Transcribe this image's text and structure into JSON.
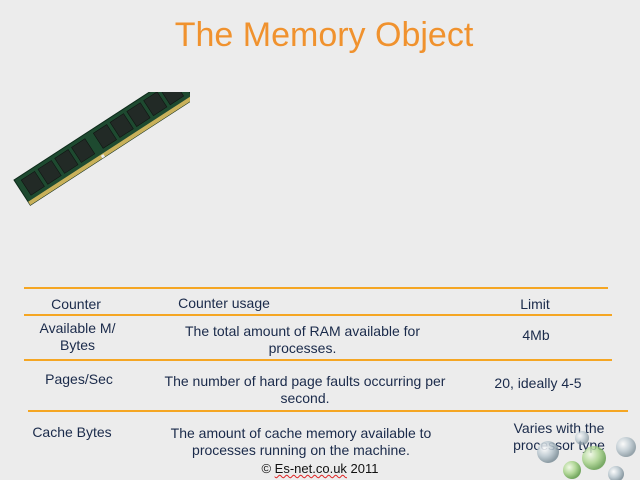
{
  "slide": {
    "title": "The Memory Object"
  },
  "table": {
    "headers": {
      "counter": "Counter",
      "usage": "Counter usage",
      "limit": "Limit"
    },
    "rows": [
      {
        "counter": "Available M/ Bytes",
        "usage": "The total amount of RAM available for processes.",
        "limit": "4Mb"
      },
      {
        "counter": "Pages/Sec",
        "usage": "The number of hard page faults occurring per second.",
        "limit": "20, ideally 4-5"
      },
      {
        "counter": "Cache Bytes",
        "usage": "The amount of cache memory available to processes running on the machine.",
        "limit": "Varies with the processor type"
      }
    ]
  },
  "footer": {
    "prefix": "© ",
    "site": "Es-net.co.uk",
    "year": " 2011"
  },
  "colors": {
    "title": "#f0922e",
    "rule": "#f5a623",
    "text": "#1a2a4a"
  }
}
